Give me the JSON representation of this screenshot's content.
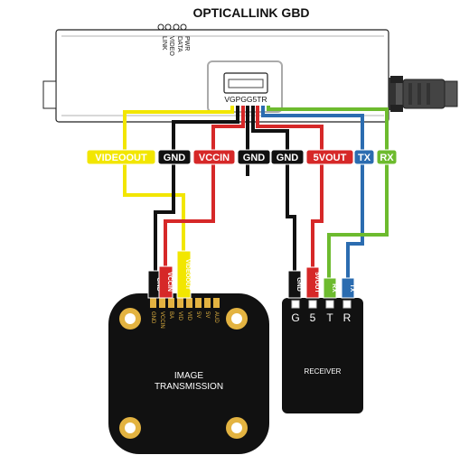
{
  "device": {
    "title": "OPTICALLINK GBD",
    "leds": [
      "LINK",
      "VIDEO",
      "DATA",
      "PWR"
    ],
    "port_label": "VGPGG5TR"
  },
  "signal_labels": [
    {
      "text": "VIDEOOUT",
      "color": "#f2e600",
      "text_color": "#ffffff"
    },
    {
      "text": "GND",
      "color": "#111111",
      "text_color": "#ffffff"
    },
    {
      "text": "VCCIN",
      "color": "#d62828",
      "text_color": "#ffffff"
    },
    {
      "text": "GND",
      "color": "#111111",
      "text_color": "#ffffff"
    },
    {
      "text": "GND",
      "color": "#111111",
      "text_color": "#ffffff"
    },
    {
      "text": "5VOUT",
      "color": "#d62828",
      "text_color": "#ffffff"
    },
    {
      "text": "TX",
      "color": "#2b6cb0",
      "text_color": "#ffffff"
    },
    {
      "text": "RX",
      "color": "#6dbb2e",
      "text_color": "#ffffff"
    }
  ],
  "image_module": {
    "title_line1": "IMAGE",
    "title_line2": "TRANSMISSION",
    "plug_labels": [
      "GND",
      "VCCIN",
      "VIDEOOUT"
    ],
    "pin_labels": [
      "GND",
      "VCCIN",
      "BA",
      "VID",
      "VID",
      "5V",
      "5V",
      "AUD"
    ]
  },
  "receiver": {
    "title": "RECEIVER",
    "plug_labels": [
      "GND",
      "5VOUT",
      "RX",
      "TX"
    ],
    "pin_labels": [
      "G",
      "5",
      "T",
      "R"
    ]
  },
  "colors": {
    "yellow": "#f2e600",
    "black": "#111111",
    "red": "#d62828",
    "blue": "#2b6cb0",
    "green": "#6dbb2e",
    "gold": "#e3b341"
  }
}
